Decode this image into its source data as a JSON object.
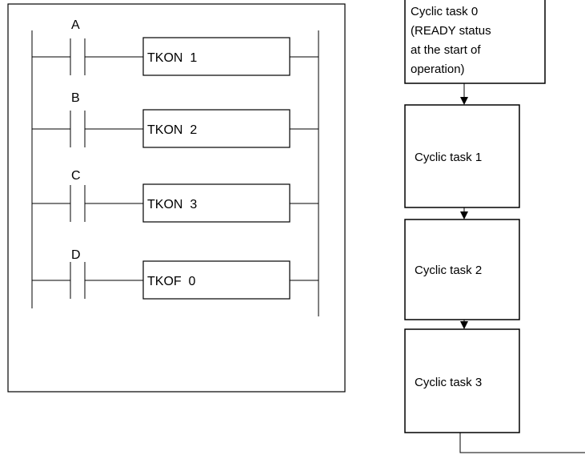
{
  "ladder": {
    "rungs": [
      {
        "contact": "A",
        "instruction": "TKON  1"
      },
      {
        "contact": "B",
        "instruction": "TKON  2"
      },
      {
        "contact": "C",
        "instruction": "TKON  3"
      },
      {
        "contact": "D",
        "instruction": "TKOF  0"
      }
    ]
  },
  "tasks": {
    "task0": [
      "Cyclic task 0",
      "(READY status",
      "at the start of",
      "operation)"
    ],
    "task1": "Cyclic task 1",
    "task2": "Cyclic task 2",
    "task3": "Cyclic task 3"
  }
}
